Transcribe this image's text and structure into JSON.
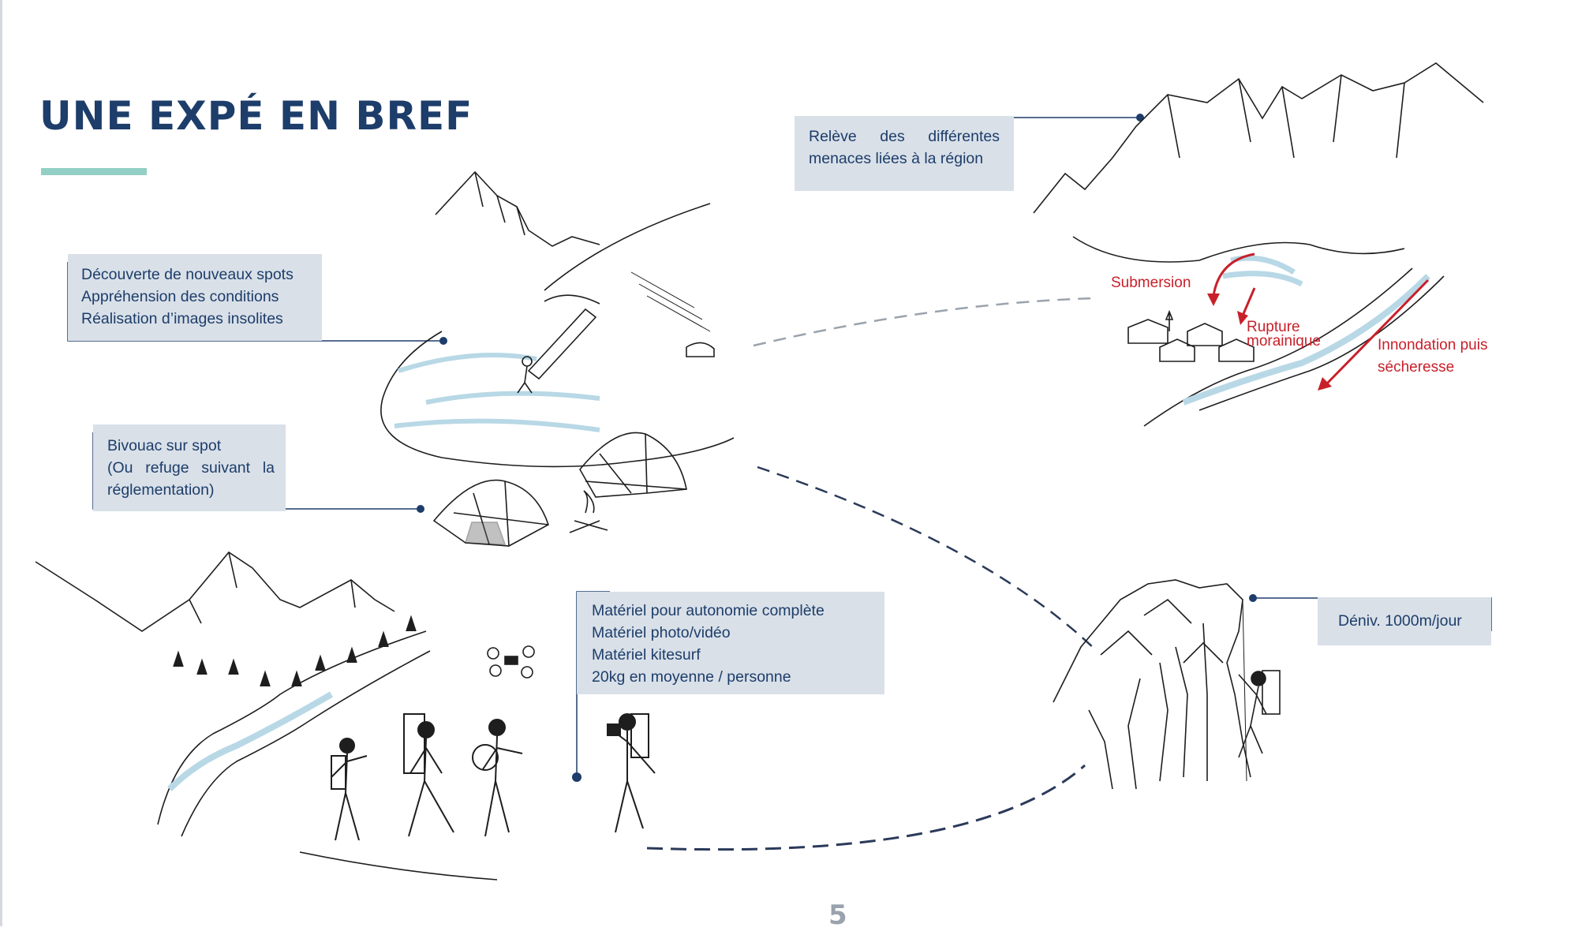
{
  "header": {
    "title": "UNE EXPÉ EN BREF"
  },
  "callouts": {
    "spots": [
      "Découverte de nouveaux spots",
      "Appréhension des conditions",
      "Réalisation d’images insolites"
    ],
    "bivouac": [
      "Bivouac sur spot",
      "(Ou refuge suivant la",
      "réglementation)"
    ],
    "menaces": [
      "Relève des différentes",
      "menaces liées à la région"
    ],
    "materiel": [
      "Matériel pour autonomie complète",
      "Matériel photo/vidéo",
      "Matériel kitesurf",
      "20kg en moyenne / personne"
    ],
    "deniv": "Déniv. 1000m/jour"
  },
  "hazards": {
    "submersion": "Submersion",
    "rupture_line1": "Rupture",
    "rupture_line2": "morainique",
    "inondation_line1": "Innondation puis",
    "inondation_line2": "sécheresse"
  },
  "page_number": "5",
  "colors": {
    "navy": "#1d3d6a",
    "teal": "#93cfc4",
    "box": "#d9e0e8",
    "hazard_red": "#c8202a"
  }
}
